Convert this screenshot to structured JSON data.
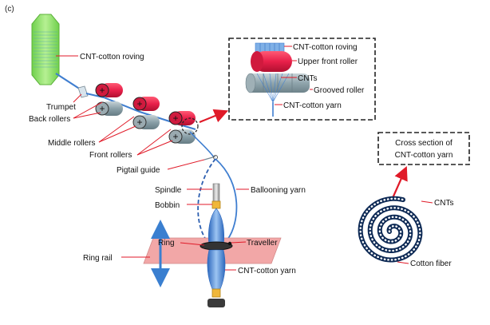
{
  "panel_label": "(c)",
  "labels": {
    "roving": "CNT-cotton roving",
    "trumpet": "Trumpet",
    "back_rollers": "Back rollers",
    "middle_rollers": "Middle rollers",
    "front_rollers": "Front rollers",
    "pigtail_guide": "Pigtail guide",
    "spindle": "Spindle",
    "bobbin": "Bobbin",
    "ballooning_yarn": "Ballooning yarn",
    "ring": "Ring",
    "traveller": "Traveller",
    "ring_rail": "Ring rail",
    "yarn_bottom": "CNT-cotton yarn"
  },
  "inset": {
    "roving": "CNT-cotton roving",
    "upper_front_roller": "Upper front roller",
    "cnts": "CNTs",
    "grooved_roller": "Grooved roller",
    "yarn": "CNT-cotton yarn"
  },
  "cross_section": {
    "title_line1": "Cross section of",
    "title_line2": "CNT-cotton yarn",
    "cnts": "CNTs",
    "cotton_fiber": "Cotton fiber"
  },
  "roller_symbols": {
    "upper": "+",
    "lower": "+"
  },
  "colors": {
    "roving_green": "#8ee06a",
    "roller_red": "#e8204a",
    "roller_grey": "#8aa0a8",
    "yarn_blue": "#3f7ed0",
    "ring_rail_pink": "#f2a7a7",
    "arrow_red": "#e01a28",
    "spiral_navy": "#0e2a55"
  }
}
